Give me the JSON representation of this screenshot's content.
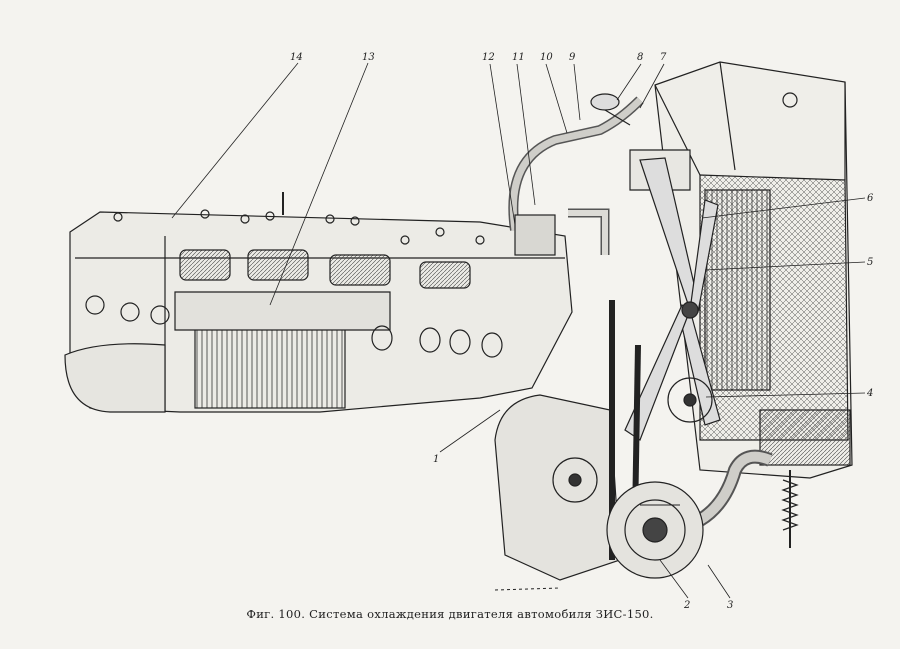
{
  "figure": {
    "caption": "Фиг. 100. Система охлаждения двигателя автомобиля ЗИС-150.",
    "callouts": [
      "14",
      "13",
      "12",
      "11",
      "10",
      "9",
      "8",
      "7",
      "6",
      "5",
      "4",
      "1",
      "2",
      "3"
    ]
  }
}
